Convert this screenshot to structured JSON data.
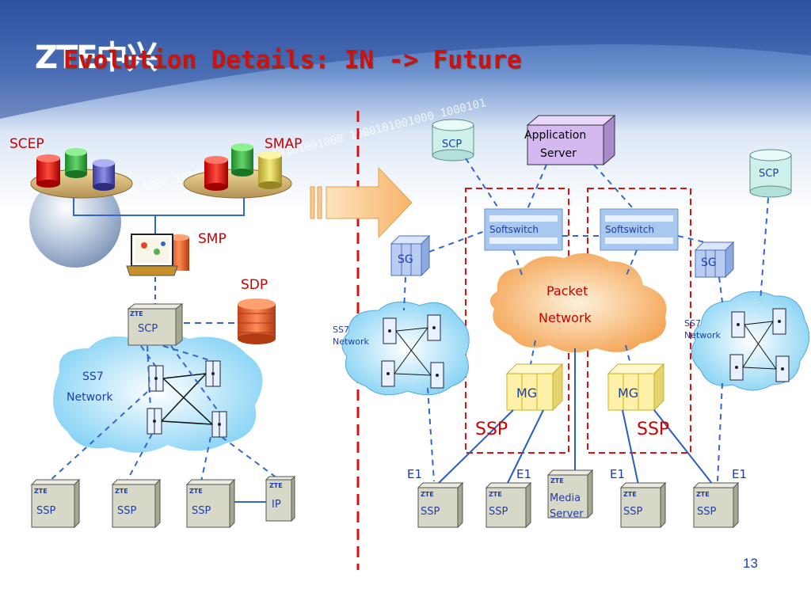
{
  "header": {
    "logo_text": "ZTE中兴",
    "title": "Evolution Details: IN -> Future"
  },
  "left": {
    "scep": "SCEP",
    "smap": "SMAP",
    "smp": "SMP",
    "sdp": "SDP",
    "scp": "SCP",
    "ss7_line1": "SS7",
    "ss7_line2": "Network",
    "ssp_1": "SSP",
    "ssp_2": "SSP",
    "ssp_3": "SSP",
    "ip": "IP"
  },
  "right": {
    "scp_top": "SCP",
    "app_server_line1": "Application",
    "app_server_line2": "Server",
    "scp_right": "SCP",
    "softswitch_1": "Softswitch",
    "softswitch_2": "Softswitch",
    "sg_1": "SG",
    "sg_2": "SG",
    "packet_line1": "Packet",
    "packet_line2": "Network",
    "ss7_left_line1": "SS7",
    "ss7_left_line2": "Network",
    "ss7_right_line1": "SS7",
    "ss7_right_line2": "Network",
    "mg_1": "MG",
    "mg_2": "MG",
    "ssp_label_1": "SSP",
    "ssp_label_2": "SSP",
    "e1_1": "E1",
    "e1_2": "E1",
    "e1_3": "E1",
    "e1_4": "E1",
    "ssp_b1": "SSP",
    "ssp_b2": "SSP",
    "ssp_b3": "SSP",
    "ssp_b4": "SSP",
    "media_line1": "Media",
    "media_line2": "Server"
  },
  "brand_tag": "ZTE",
  "binary_text": "0100 1000 10101001 000 1000101001000 1000101001000 1000101",
  "page_number": "13",
  "colors": {
    "title": "#cc1111",
    "label_red": "#cc0000",
    "label_blue": "#1f3fa8",
    "dashed_red": "#dd1111",
    "dashed_blue": "#3366cc",
    "cloud_blue": "#a8ddf5",
    "cloud_orange": "#f5b060",
    "mg_yellow": "#fff2a8",
    "sg_blue": "#b9cdf2",
    "softswitch": "#a8c8f0",
    "app_server": "#d4b8f0",
    "scp_cyl": "#cdf0ea",
    "ssp_box": "#d8d8c8"
  }
}
